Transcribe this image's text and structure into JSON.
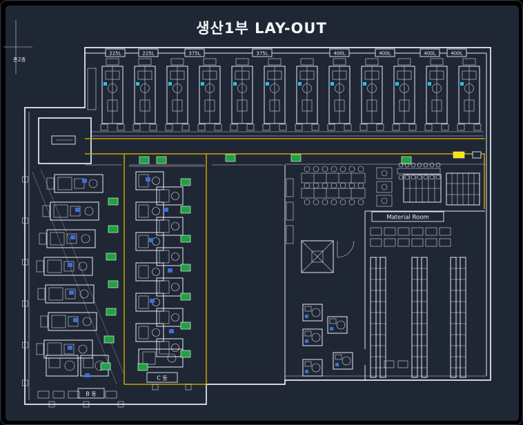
{
  "title": "생산1부 LAY-OUT",
  "zone_label": "존2층",
  "capacity_tags": [
    "225L",
    "225L",
    "375L",
    "375L",
    "400L",
    "400L",
    "400L",
    "400L"
  ],
  "room_labels": {
    "material_room": "Material Room",
    "block_b": "B 동",
    "block_c": "C 동"
  },
  "colors": {
    "canvas": "#202734",
    "frame": "#000000",
    "line": "#e8eef6",
    "aisle": "#c9a400",
    "green": "#1fa23f",
    "blue": "#3e6fd9",
    "cyan": "#2bc4dc",
    "highlight": "#f7e600",
    "title": "#f4f7fb"
  }
}
